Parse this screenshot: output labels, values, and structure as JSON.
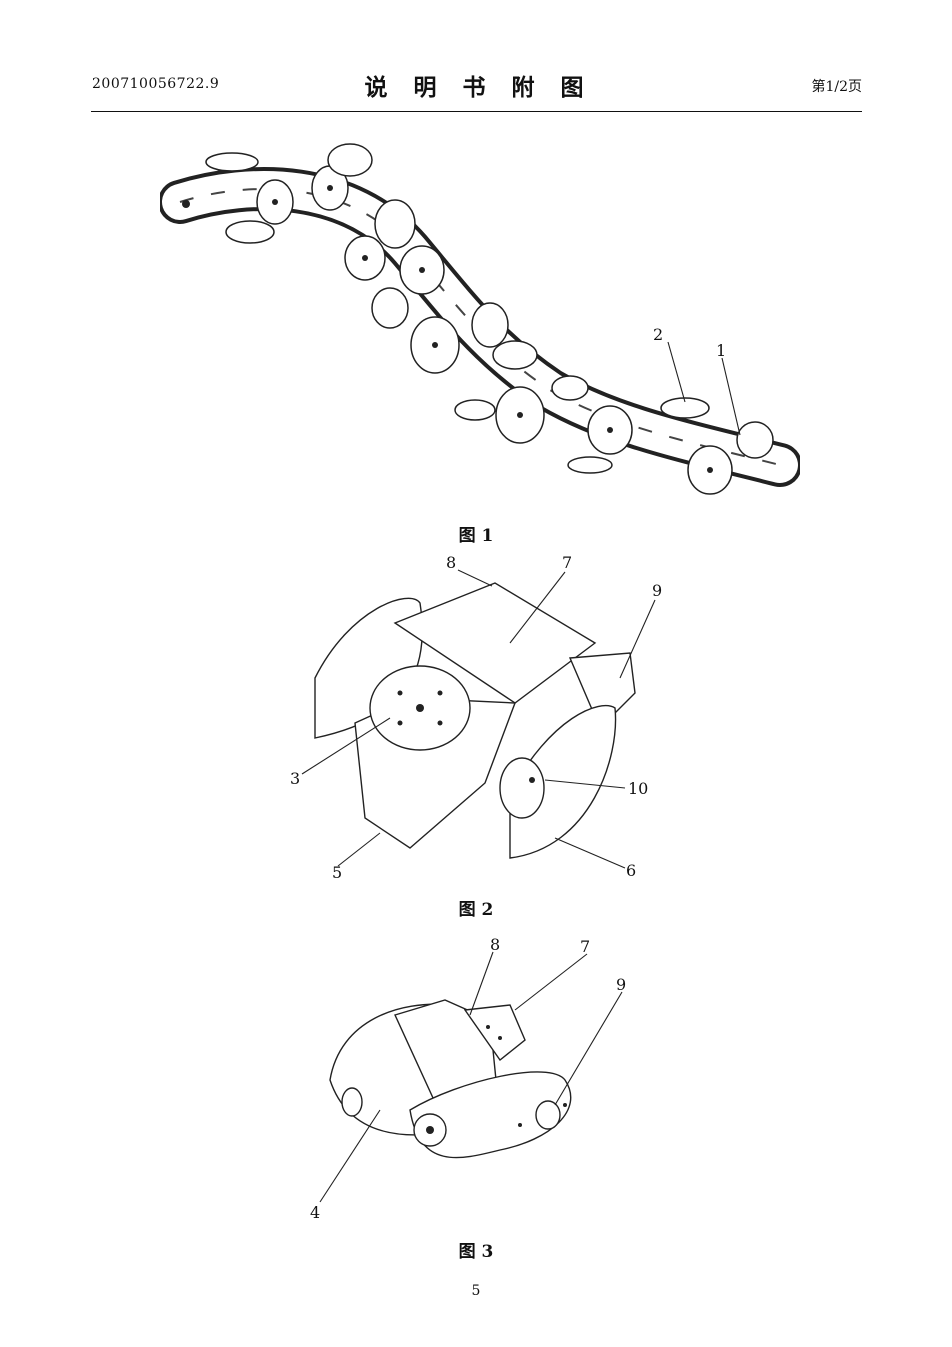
{
  "header": {
    "application_no": "200710056722.9",
    "title": "说明书附图",
    "page_label": "第1/2页"
  },
  "figures": [
    {
      "caption": "图 1",
      "labels": [
        "2",
        "1"
      ]
    },
    {
      "caption": "图 2",
      "labels": [
        "8",
        "7",
        "9",
        "3",
        "10",
        "5",
        "6"
      ]
    },
    {
      "caption": "图 3",
      "labels": [
        "8",
        "7",
        "9",
        "4"
      ]
    }
  ],
  "footer": {
    "page_number": "5"
  }
}
